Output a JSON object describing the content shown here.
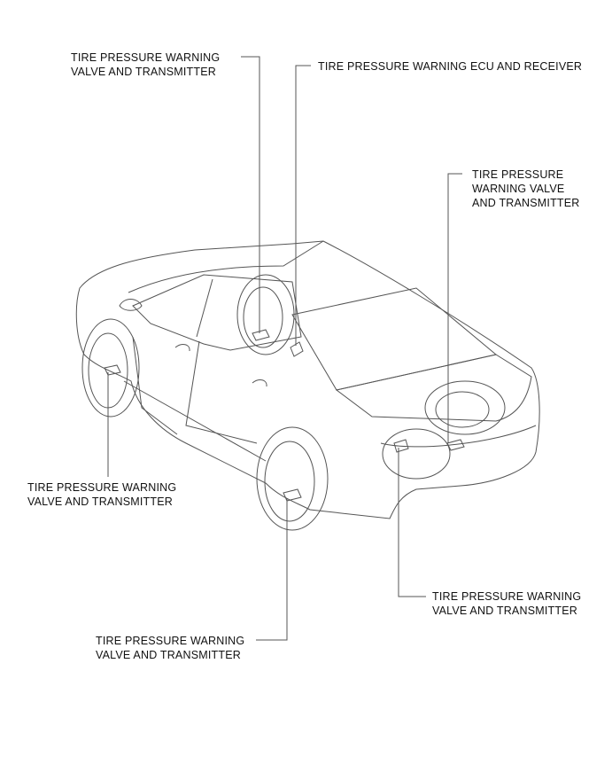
{
  "labels": {
    "front_left_valve": {
      "line1": "TIRE PRESSURE WARNING",
      "line2": "VALVE AND TRANSMITTER"
    },
    "ecu_receiver": {
      "line1": "TIRE PRESSURE WARNING ECU AND RECEIVER"
    },
    "spare_valve": {
      "line1": "TIRE PRESSURE",
      "line2": "WARNING VALVE",
      "line3": "AND TRANSMITTER"
    },
    "rear_left_valve": {
      "line1": "TIRE PRESSURE WARNING",
      "line2": "VALVE AND TRANSMITTER"
    },
    "rear_right_valve": {
      "line1": "TIRE PRESSURE WARNING",
      "line2": "VALVE AND TRANSMITTER"
    },
    "front_right_valve": {
      "line1": "TIRE PRESSURE WARNING",
      "line2": "VALVE AND TRANSMITTER"
    }
  }
}
